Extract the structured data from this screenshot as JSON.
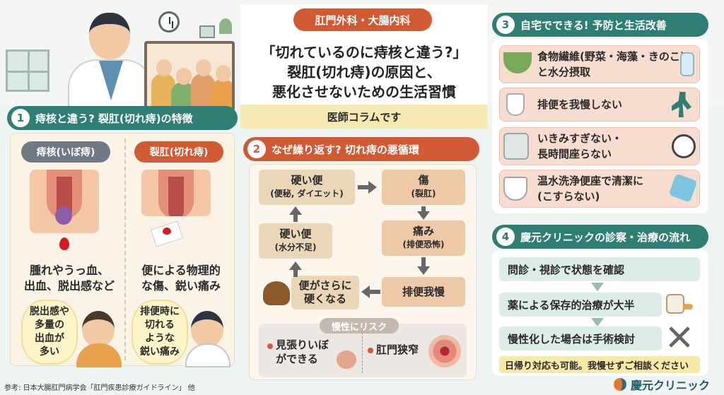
{
  "header": {
    "department": "肛門外科・大腸内科",
    "title_lines": [
      "「切れているのに痔核と違う?」",
      "裂肛(切れ痔)の原因と、",
      "悪化させないための生活習慣"
    ],
    "column_label": "医師コラムです"
  },
  "section1": {
    "number": "1",
    "title": "痔核と違う? 裂肛(切れ痔)の特徴",
    "left": {
      "label": "痔核(いぼ痔)",
      "desc_lines": [
        "腫れやうっ血、",
        "出血、脱出感など"
      ],
      "bubble_lines": [
        "脱出感や",
        "多量の",
        "出血が",
        "多い"
      ]
    },
    "right": {
      "label": "裂肛(切れ痔)",
      "desc_lines": [
        "便による物理的",
        "な傷、鋭い痛み"
      ],
      "bubble_lines": [
        "排便時に",
        "切れる",
        "ような",
        "鋭い痛み"
      ]
    }
  },
  "section2": {
    "number": "2",
    "title": "なぜ繰り返す? 切れ痔の悪循環",
    "steps": [
      {
        "main": "硬い便",
        "sub": "(便秘, ダイエット)"
      },
      {
        "main": "傷",
        "sub": "(裂肛)"
      },
      {
        "main": "痛み",
        "sub": "(排便恐怖)"
      },
      {
        "main": "排便我慢",
        "sub": ""
      },
      {
        "main": "便がさらに",
        "sub": "硬くなる"
      },
      {
        "main": "硬い便",
        "sub": "(水分不足)"
      }
    ],
    "risk_label": "慢性にリスク",
    "risks": [
      {
        "lines": [
          "見張りいぼ",
          "ができる"
        ]
      },
      {
        "lines": [
          "肛門狭窄"
        ]
      }
    ]
  },
  "section3": {
    "number": "3",
    "title": "自宅でできる! 予防と生活改善",
    "items": [
      {
        "lines": [
          "食物繊維(野菜・海藻・きのこ)",
          "と水分摂取"
        ],
        "icons": [
          "salad-icon",
          "water-glass-icon"
        ]
      },
      {
        "lines": [
          "排便を我慢しない"
        ],
        "icons": [
          "toilet-icon",
          "running-person-icon"
        ]
      },
      {
        "lines": [
          "いきみすぎない・",
          "長時間座らない"
        ],
        "icons": [
          "person-on-toilet-icon",
          "clock-icon"
        ]
      },
      {
        "lines": [
          "温水洗浄便座で清潔に",
          "(こすらない)"
        ],
        "icons": [
          "washlet-icon",
          "cloth-icon"
        ]
      }
    ]
  },
  "section4": {
    "number": "4",
    "title": "慶元クリニックの診察・治療の流れ",
    "steps": [
      "問診・視診で状態を確認",
      "薬による保存的治療が大半",
      "慢性化した場合は手術検討"
    ],
    "note": "日帰り対応も可能。我慢せずご相談ください"
  },
  "footer": {
    "reference": "参考: 日本大腸肛門病学会「肛門疾患診療ガイドライン」 他",
    "clinic_name": "慶元クリニック"
  },
  "colors": {
    "teal": "#2e7e73",
    "orange": "#cf5a34",
    "section3_card": "#f7ddcf",
    "flow_box": "#efc9a7",
    "blood": "#d71a26"
  }
}
